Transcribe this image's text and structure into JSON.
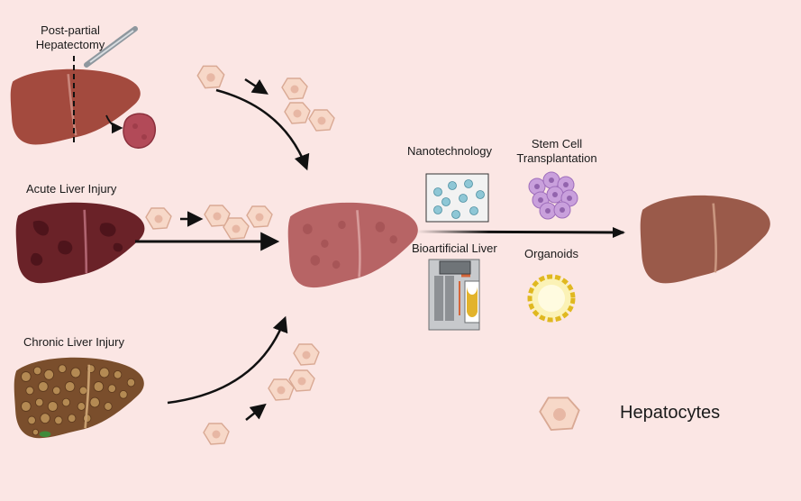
{
  "labels": {
    "post_partial_line1": "Post-partial",
    "post_partial_line2": "Hepatectomy",
    "acute": "Acute Liver Injury",
    "chronic": "Chronic Liver Injury",
    "nanotech": "Nanotechnology",
    "stem_line1": "Stem Cell",
    "stem_line2": "Transplantation",
    "bioartificial": "Bioartificial Liver",
    "organoids": "Organoids"
  },
  "legend": {
    "label": "Hepatocytes",
    "icon": "hepatocyte-icon"
  },
  "colors": {
    "background": "#fbe6e4",
    "healthy_liver": "#a34a3e",
    "acute_liver": "#6a2228",
    "chronic_liver": "#7a4e2c",
    "regenerating_liver": "#b76465",
    "restored_liver": "#9a5a4a",
    "hepatocyte_fill": "#f7d8c8",
    "hepatocyte_stroke": "#d9a994",
    "arrow": "#111111"
  }
}
